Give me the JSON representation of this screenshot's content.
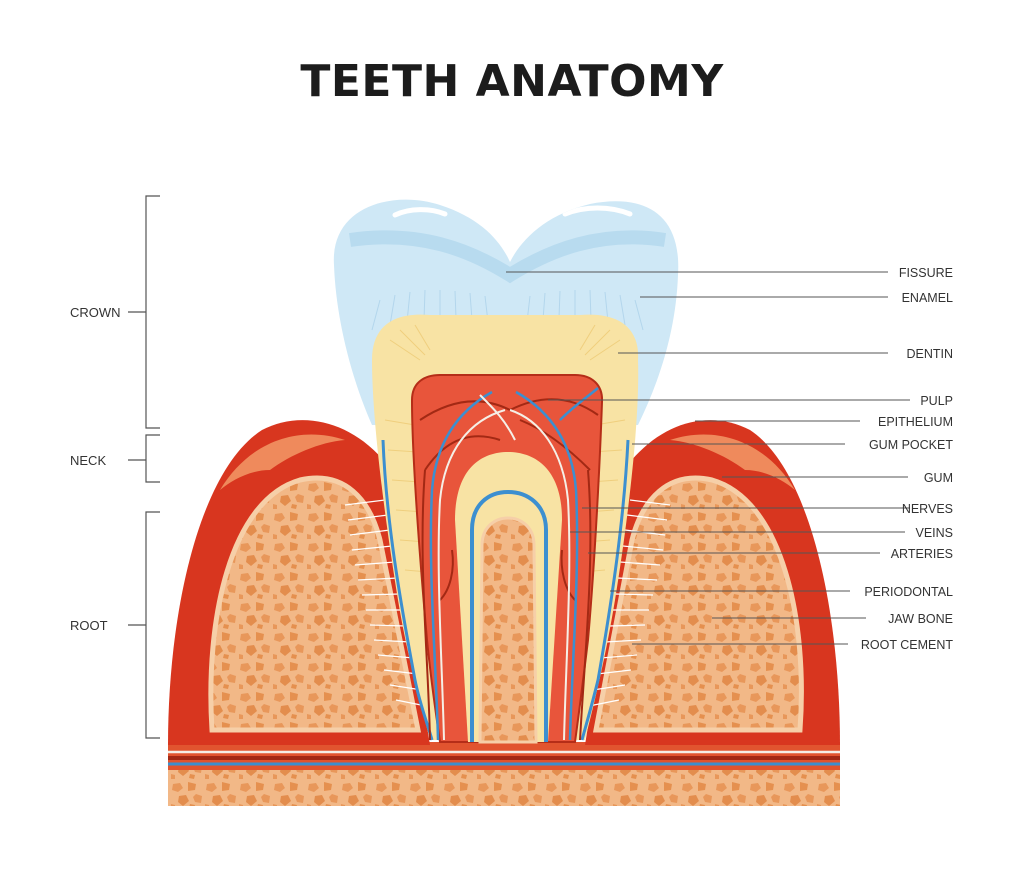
{
  "title": "TEETH ANATOMY",
  "sections": [
    {
      "label": "CROWN"
    },
    {
      "label": "NECK"
    },
    {
      "label": "ROOT"
    }
  ],
  "labels": [
    {
      "text": "FISSURE"
    },
    {
      "text": "ENAMEL"
    },
    {
      "text": "DENTIN"
    },
    {
      "text": "PULP"
    },
    {
      "text": "EPITHELIUM"
    },
    {
      "text": "GUM POCKET"
    },
    {
      "text": "GUM"
    },
    {
      "text": "NERVES"
    },
    {
      "text": "VEINS"
    },
    {
      "text": "ARTERIES"
    },
    {
      "text": "PERIODONTAL"
    },
    {
      "text": "JAW BONE"
    },
    {
      "text": "ROOT CEMENT"
    }
  ],
  "colors": {
    "enamel": "#cfe8f6",
    "dentin": "#f8e3a4",
    "pulp": "#e8553b",
    "gum": "#d8361f",
    "bone": "#f0b27a",
    "nerve": "#f5efe6",
    "vein": "#3c8fd0",
    "artery": "#a32914"
  }
}
